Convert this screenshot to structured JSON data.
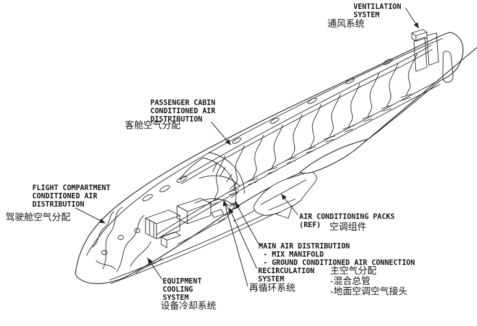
{
  "diagram": {
    "type": "aircraft-air-conditioning-cutaway",
    "colors": {
      "line": "#1f1f1f",
      "background": "#ffffff",
      "text": "#141414"
    },
    "labels": {
      "ventilation": {
        "en": "VENTILATION\nSYSTEM",
        "cn": "通风系统"
      },
      "passenger_cabin": {
        "en": "PASSENGER CABIN\nCONDITIONED AIR\nDISTRIBUTION",
        "cn": "客舱空气分配"
      },
      "flight_compartment": {
        "en": "FLIGHT COMPARTMENT\nCONDITIONED AIR\nDISTRIBUTION",
        "cn": "驾驶舱空气分配"
      },
      "ac_packs": {
        "en": "AIR CONDITIONING PACKS\n(REF)",
        "cn": "空调组件"
      },
      "main_air": {
        "en": "MAIN AIR DISTRIBUTION\n - MIX MANIFOLD\n - GROUND CONDITIONED AIR CONNECTION",
        "cn": "主空气分配\n-混合总管\n-地面空调空气接头"
      },
      "recirculation": {
        "en": "RECIRCULATION\nSYSTEM",
        "cn": "再循环系统"
      },
      "equipment_cooling": {
        "en": "EQUIPMENT\nCOOLING\nSYSTEM",
        "cn": "设备冷却系统"
      }
    }
  }
}
